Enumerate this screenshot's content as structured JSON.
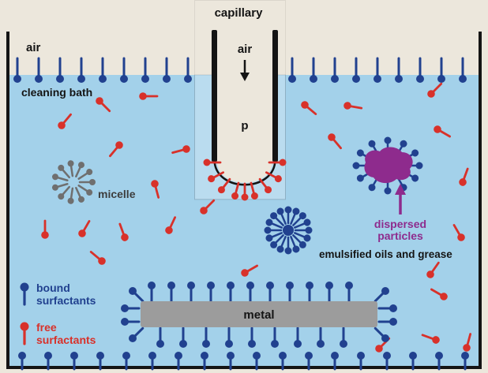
{
  "figure": {
    "labels": {
      "capillary": "capillary",
      "air_outside": "air",
      "air_inside": "air",
      "pressure": "p",
      "cleaning_bath": "cleaning bath",
      "micelle": "micelle",
      "emulsified": "emulsified oils and grease",
      "dispersed_line1": "dispersed",
      "dispersed_line2": "particles",
      "metal": "metal"
    },
    "legend": {
      "bound_line1": "bound",
      "bound_line2": "surfactants",
      "free_line1": "free",
      "free_line2": "surfactants"
    },
    "colors": {
      "background": "#ece7dc",
      "bath": "#a3d1ea",
      "bound_surfactant": "#21418f",
      "free_surfactant": "#d8312a",
      "micelle": "#6f6f6f",
      "metal": "#9c9c9c",
      "dispersed_particle": "#8e2b8d",
      "ink": "#141414"
    },
    "free_surfactant_positions": [
      [
        78,
        159,
        40
      ],
      [
        126,
        128,
        135
      ],
      [
        181,
        122,
        90
      ],
      [
        151,
        184,
        220
      ],
      [
        236,
        189,
        255
      ],
      [
        196,
        233,
        165
      ],
      [
        57,
        298,
        0
      ],
      [
        104,
        296,
        30
      ],
      [
        158,
        301,
        340
      ],
      [
        214,
        292,
        25
      ],
      [
        258,
        267,
        45
      ],
      [
        129,
        331,
        310
      ],
      [
        310,
        346,
        60
      ],
      [
        386,
        133,
        130
      ],
      [
        440,
        134,
        100
      ],
      [
        546,
        119,
        45
      ],
      [
        420,
        174,
        140
      ],
      [
        554,
        164,
        120
      ],
      [
        586,
        231,
        20
      ],
      [
        584,
        301,
        330
      ],
      [
        545,
        348,
        35
      ],
      [
        562,
        376,
        300
      ],
      [
        591,
        441,
        15
      ],
      [
        552,
        431,
        290
      ],
      [
        480,
        442,
        45
      ]
    ]
  }
}
